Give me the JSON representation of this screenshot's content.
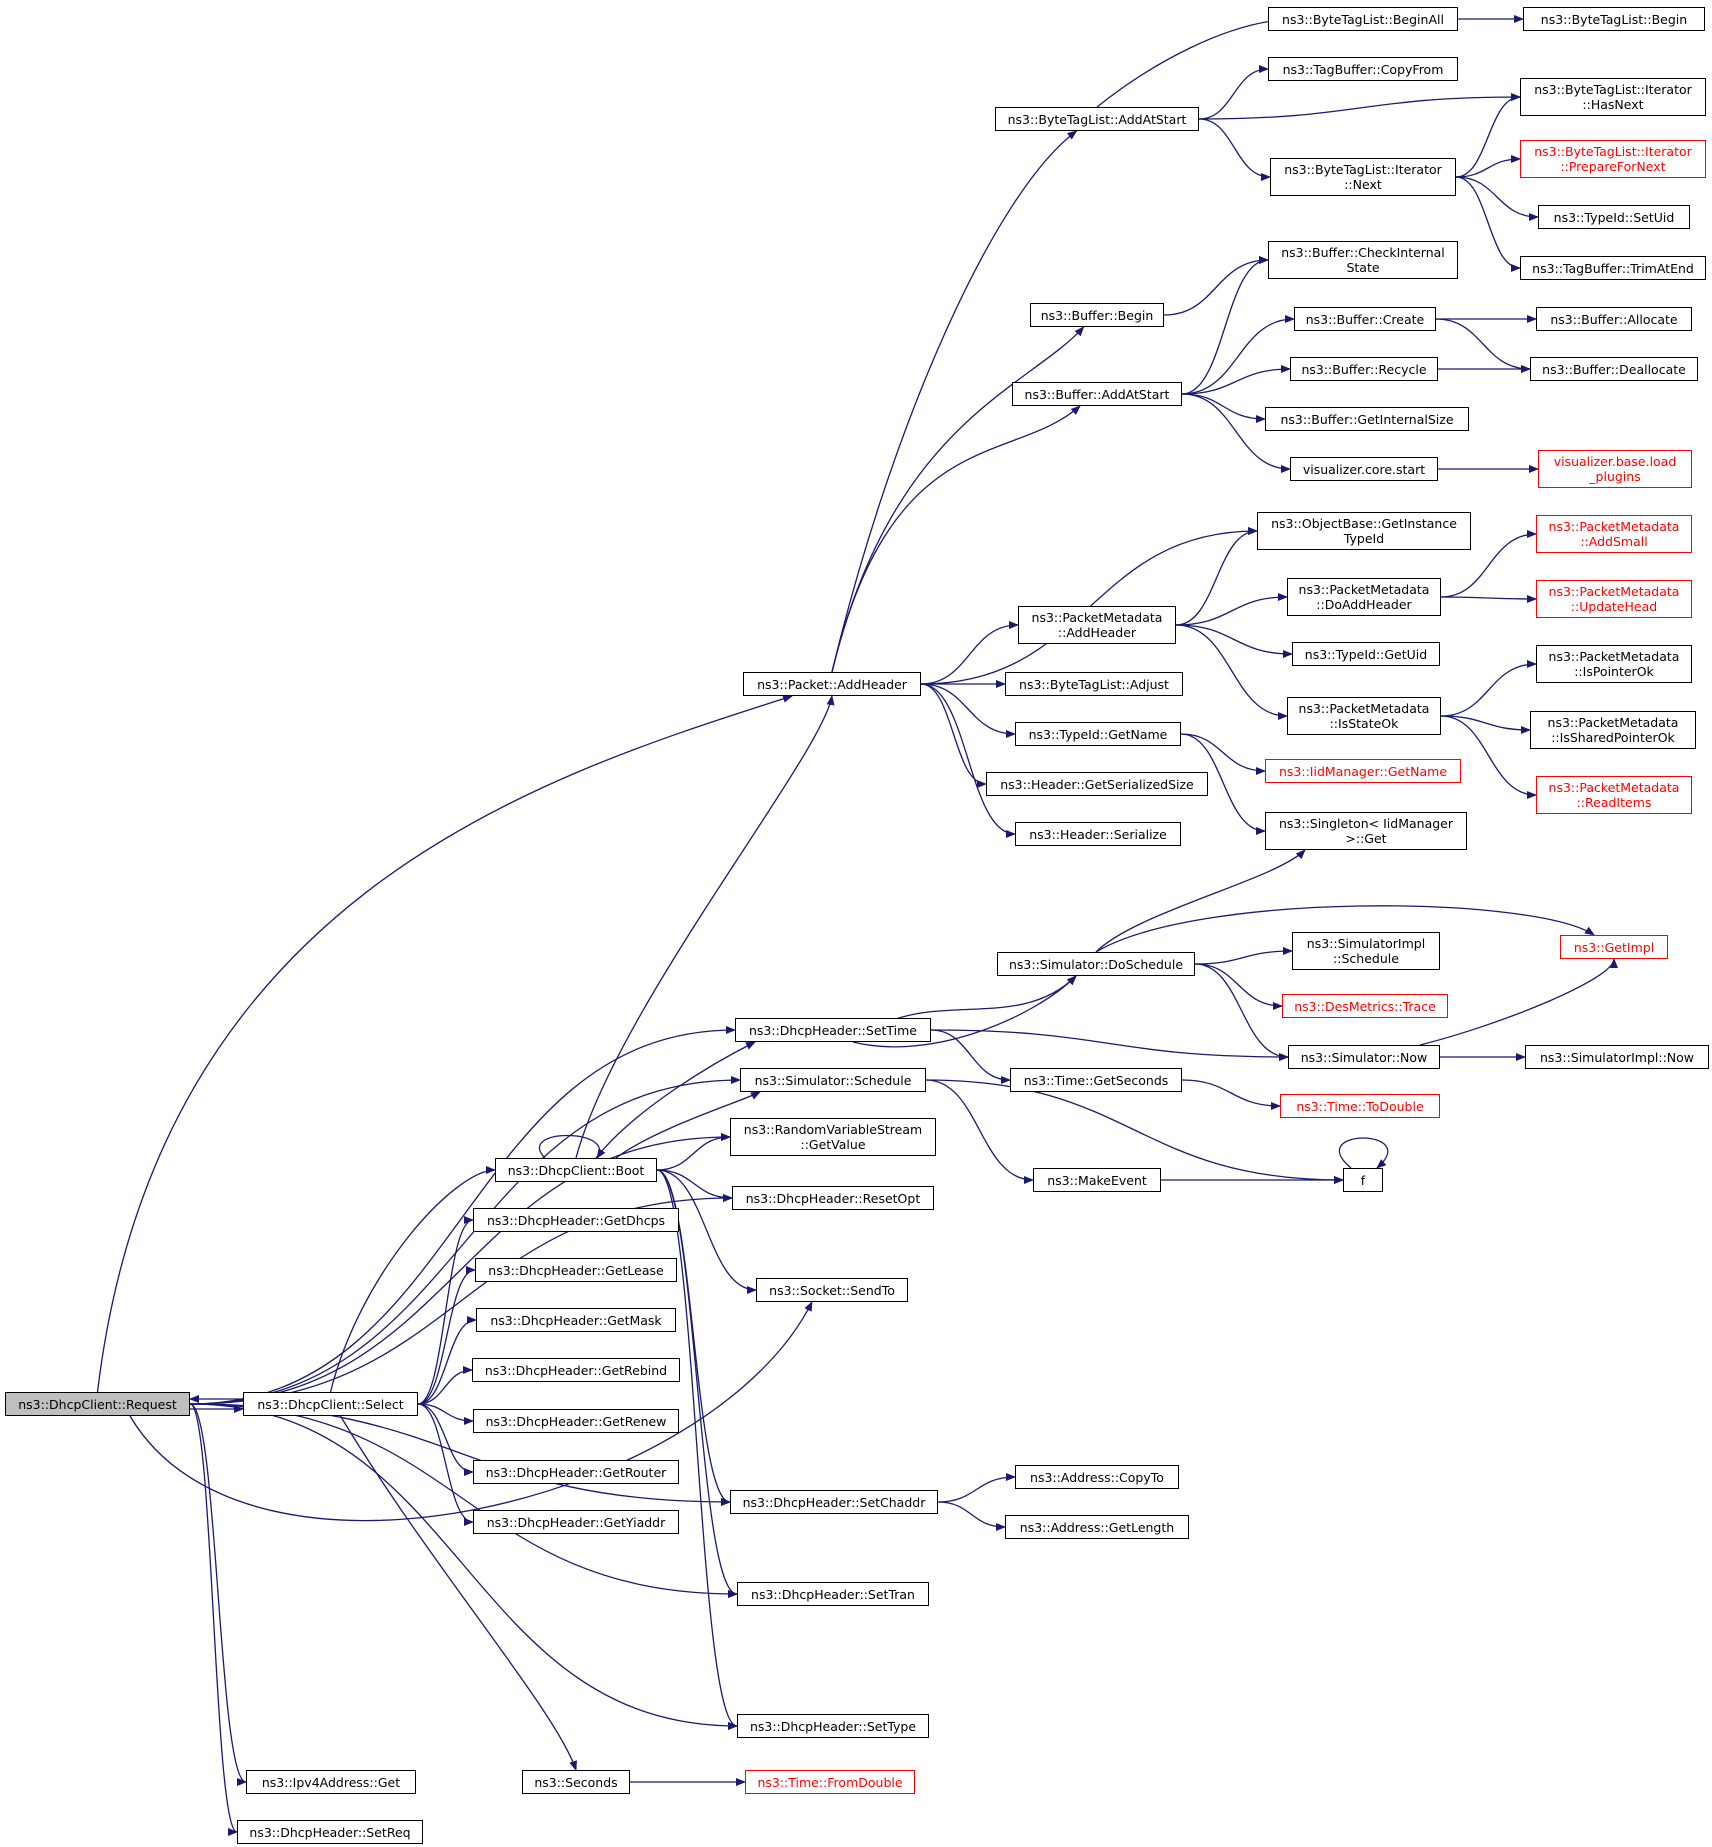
{
  "colors": {
    "edge": "#191970",
    "external_border": "#ff0000",
    "root_fill": "#bfbfbf"
  },
  "nodes": {
    "request": {
      "label": "ns3::DhcpClient::Request"
    },
    "select": {
      "label": "ns3::DhcpClient::Select"
    },
    "boot": {
      "label": "ns3::DhcpClient::Boot"
    },
    "add_header": {
      "label": "ns3::Packet::AddHeader"
    },
    "btl_add_at_start": {
      "label": "ns3::ByteTagList::AddAtStart"
    },
    "btl_begin_all": {
      "label": "ns3::ByteTagList::BeginAll"
    },
    "btl_begin": {
      "label": "ns3::ByteTagList::Begin"
    },
    "tb_copy_from": {
      "label": "ns3::TagBuffer::CopyFrom"
    },
    "btl_it_has_next": {
      "label": "ns3::ByteTagList::Iterator\n::HasNext"
    },
    "btl_it_prepare": {
      "label": "ns3::ByteTagList::Iterator\n::PrepareForNext"
    },
    "btl_it_next": {
      "label": "ns3::ByteTagList::Iterator\n::Next"
    },
    "typeid_set_uid": {
      "label": "ns3::TypeId::SetUid"
    },
    "tb_trim_at_end": {
      "label": "ns3::TagBuffer::TrimAtEnd"
    },
    "buf_check": {
      "label": "ns3::Buffer::CheckInternal\nState"
    },
    "buf_begin": {
      "label": "ns3::Buffer::Begin"
    },
    "buf_create": {
      "label": "ns3::Buffer::Create"
    },
    "buf_allocate": {
      "label": "ns3::Buffer::Allocate"
    },
    "buf_add_at_start": {
      "label": "ns3::Buffer::AddAtStart"
    },
    "buf_recycle": {
      "label": "ns3::Buffer::Recycle"
    },
    "buf_deallocate": {
      "label": "ns3::Buffer::Deallocate"
    },
    "buf_get_internal_size": {
      "label": "ns3::Buffer::GetInternalSize"
    },
    "viz_core_start": {
      "label": "visualizer.core.start"
    },
    "viz_load_plugins": {
      "label": "visualizer.base.load\n_plugins"
    },
    "ob_get_instance_typeid": {
      "label": "ns3::ObjectBase::GetInstance\nTypeId"
    },
    "pm_add_small": {
      "label": "ns3::PacketMetadata\n::AddSmall"
    },
    "pm_do_add_header": {
      "label": "ns3::PacketMetadata\n::DoAddHeader"
    },
    "pm_update_head": {
      "label": "ns3::PacketMetadata\n::UpdateHead"
    },
    "pm_add_header": {
      "label": "ns3::PacketMetadata\n::AddHeader"
    },
    "typeid_get_uid": {
      "label": "ns3::TypeId::GetUid"
    },
    "pm_is_pointer_ok": {
      "label": "ns3::PacketMetadata\n::IsPointerOk"
    },
    "pm_is_state_ok": {
      "label": "ns3::PacketMetadata\n::IsStateOk"
    },
    "pm_is_shared_ptr_ok": {
      "label": "ns3::PacketMetadata\n::IsSharedPointerOk"
    },
    "pm_read_items": {
      "label": "ns3::PacketMetadata\n::ReadItems"
    },
    "btl_adjust": {
      "label": "ns3::ByteTagList::Adjust"
    },
    "typeid_get_name": {
      "label": "ns3::TypeId::GetName"
    },
    "iid_get_name": {
      "label": "ns3::IidManager::GetName"
    },
    "hdr_get_ser_size": {
      "label": "ns3::Header::GetSerializedSize"
    },
    "singleton_get": {
      "label": "ns3::Singleton< IidManager\n>::Get"
    },
    "hdr_serialize": {
      "label": "ns3::Header::Serialize"
    },
    "sim_do_schedule": {
      "label": "ns3::Simulator::DoSchedule"
    },
    "simimpl_schedule": {
      "label": "ns3::SimulatorImpl\n::Schedule"
    },
    "get_impl": {
      "label": "ns3::GetImpl"
    },
    "des_trace": {
      "label": "ns3::DesMetrics::Trace"
    },
    "dh_set_time": {
      "label": "ns3::DhcpHeader::SetTime"
    },
    "sim_now": {
      "label": "ns3::Simulator::Now"
    },
    "simimpl_now": {
      "label": "ns3::SimulatorImpl::Now"
    },
    "sim_schedule": {
      "label": "ns3::Simulator::Schedule"
    },
    "time_get_seconds": {
      "label": "ns3::Time::GetSeconds"
    },
    "time_to_double": {
      "label": "ns3::Time::ToDouble"
    },
    "rvs_get_value": {
      "label": "ns3::RandomVariableStream\n::GetValue"
    },
    "make_event": {
      "label": "ns3::MakeEvent"
    },
    "f": {
      "label": "f"
    },
    "dh_reset_opt": {
      "label": "ns3::DhcpHeader::ResetOpt"
    },
    "dh_get_dhcps": {
      "label": "ns3::DhcpHeader::GetDhcps"
    },
    "dh_get_lease": {
      "label": "ns3::DhcpHeader::GetLease"
    },
    "socket_send_to": {
      "label": "ns3::Socket::SendTo"
    },
    "dh_get_mask": {
      "label": "ns3::DhcpHeader::GetMask"
    },
    "dh_get_rebind": {
      "label": "ns3::DhcpHeader::GetRebind"
    },
    "dh_get_renew": {
      "label": "ns3::DhcpHeader::GetRenew"
    },
    "dh_get_router": {
      "label": "ns3::DhcpHeader::GetRouter"
    },
    "addr_copy_to": {
      "label": "ns3::Address::CopyTo"
    },
    "dh_set_chaddr": {
      "label": "ns3::DhcpHeader::SetChaddr"
    },
    "dh_get_yiaddr": {
      "label": "ns3::DhcpHeader::GetYiaddr"
    },
    "addr_get_length": {
      "label": "ns3::Address::GetLength"
    },
    "dh_set_tran": {
      "label": "ns3::DhcpHeader::SetTran"
    },
    "dh_set_type": {
      "label": "ns3::DhcpHeader::SetType"
    },
    "ipv4_get": {
      "label": "ns3::Ipv4Address::Get"
    },
    "seconds": {
      "label": "ns3::Seconds"
    },
    "time_from_double": {
      "label": "ns3::Time::FromDouble"
    },
    "dh_set_req": {
      "label": "ns3::DhcpHeader::SetReq"
    }
  }
}
